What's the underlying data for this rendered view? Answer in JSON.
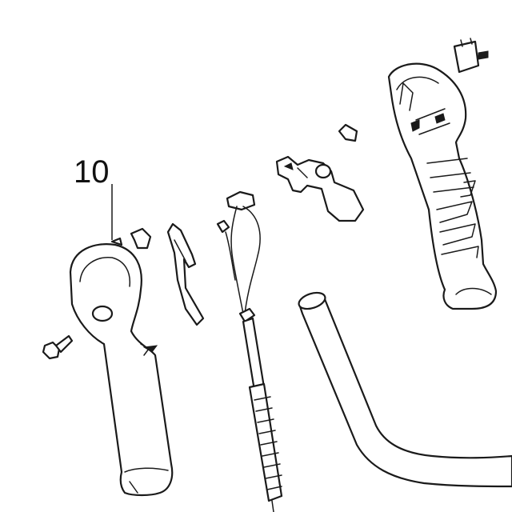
{
  "diagram": {
    "callouts": [
      {
        "number": "10"
      }
    ],
    "colors": {
      "ink": "#1a1a1a",
      "background": "#ffffff"
    },
    "parts": [
      "handle-housing-left",
      "bolt",
      "small-clip",
      "spring-clip",
      "trigger-lever",
      "throttle-cable-with-switch",
      "switch-block",
      "throttle-trigger-assembly",
      "small-spring",
      "handle-housing-right",
      "handle-tube"
    ]
  }
}
